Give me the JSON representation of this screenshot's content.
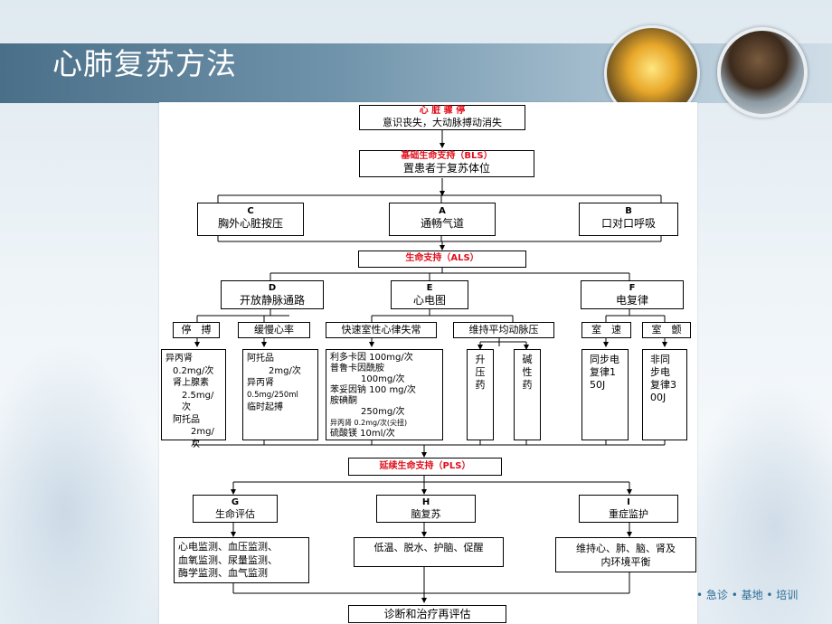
{
  "title": "心肺复苏方法",
  "footer": "• 急诊 • 基地 • 培训",
  "flow": {
    "arrest": {
      "title": "心 脏 骤 停",
      "sub": "意识丧失，大动脉搏动消失"
    },
    "bls": {
      "title": "基础生命支持（BLS）",
      "sub": "置患者于复苏体位"
    },
    "c": {
      "letter": "C",
      "label": "胸外心脏按压"
    },
    "a": {
      "letter": "A",
      "label": "通畅气道"
    },
    "b": {
      "letter": "B",
      "label": "口对口呼吸"
    },
    "als": {
      "title": "生命支持（ALS）"
    },
    "d": {
      "letter": "D",
      "label": "开放静脉通路"
    },
    "e": {
      "letter": "E",
      "label": "心电图"
    },
    "f": {
      "letter": "F",
      "label": "电复律"
    },
    "sub_titles": [
      "停　搏",
      "缓慢心率",
      "快速室性心律失常",
      "维持平均动脉压",
      "室　速",
      "室　颤"
    ],
    "asystole_lines": [
      "异丙肾",
      "0.2mg/次",
      "肾上腺素",
      "2.5mg/次",
      "阿托品",
      "2mg/次"
    ],
    "brady_lines": [
      "阿托品",
      "2mg/次",
      "异丙肾",
      "0.5mg/250ml",
      "临时起搏"
    ],
    "vt_lines": [
      "利多卡因 100mg/次",
      "普鲁卡因酰胺",
      "100mg/次",
      "苯妥因钠 100 mg/次",
      "胺碘酮",
      "250mg/次",
      "异丙肾 0.2mg/次(尖扭)",
      "硫酸镁 10ml/次"
    ],
    "pressor": "升压药",
    "alkali": "碱性药",
    "vt_shock": "同步电复律150J",
    "vf_shock": "非同步电复律300J",
    "pls": {
      "title": "延续生命支持（PLS）"
    },
    "g": {
      "letter": "G",
      "label": "生命评估"
    },
    "h": {
      "letter": "H",
      "label": "脑复苏"
    },
    "i": {
      "letter": "I",
      "label": "重症监护"
    },
    "g_detail": [
      "心电监测、血压监测、",
      "血氧监测、尿量监测、",
      "酶学监测、血气监测"
    ],
    "h_detail": "低温、脱水、护脑、促醒",
    "i_detail": [
      "维持心、肺、脑、肾及",
      "内环境平衡"
    ],
    "final": "诊断和治疗再评估"
  }
}
